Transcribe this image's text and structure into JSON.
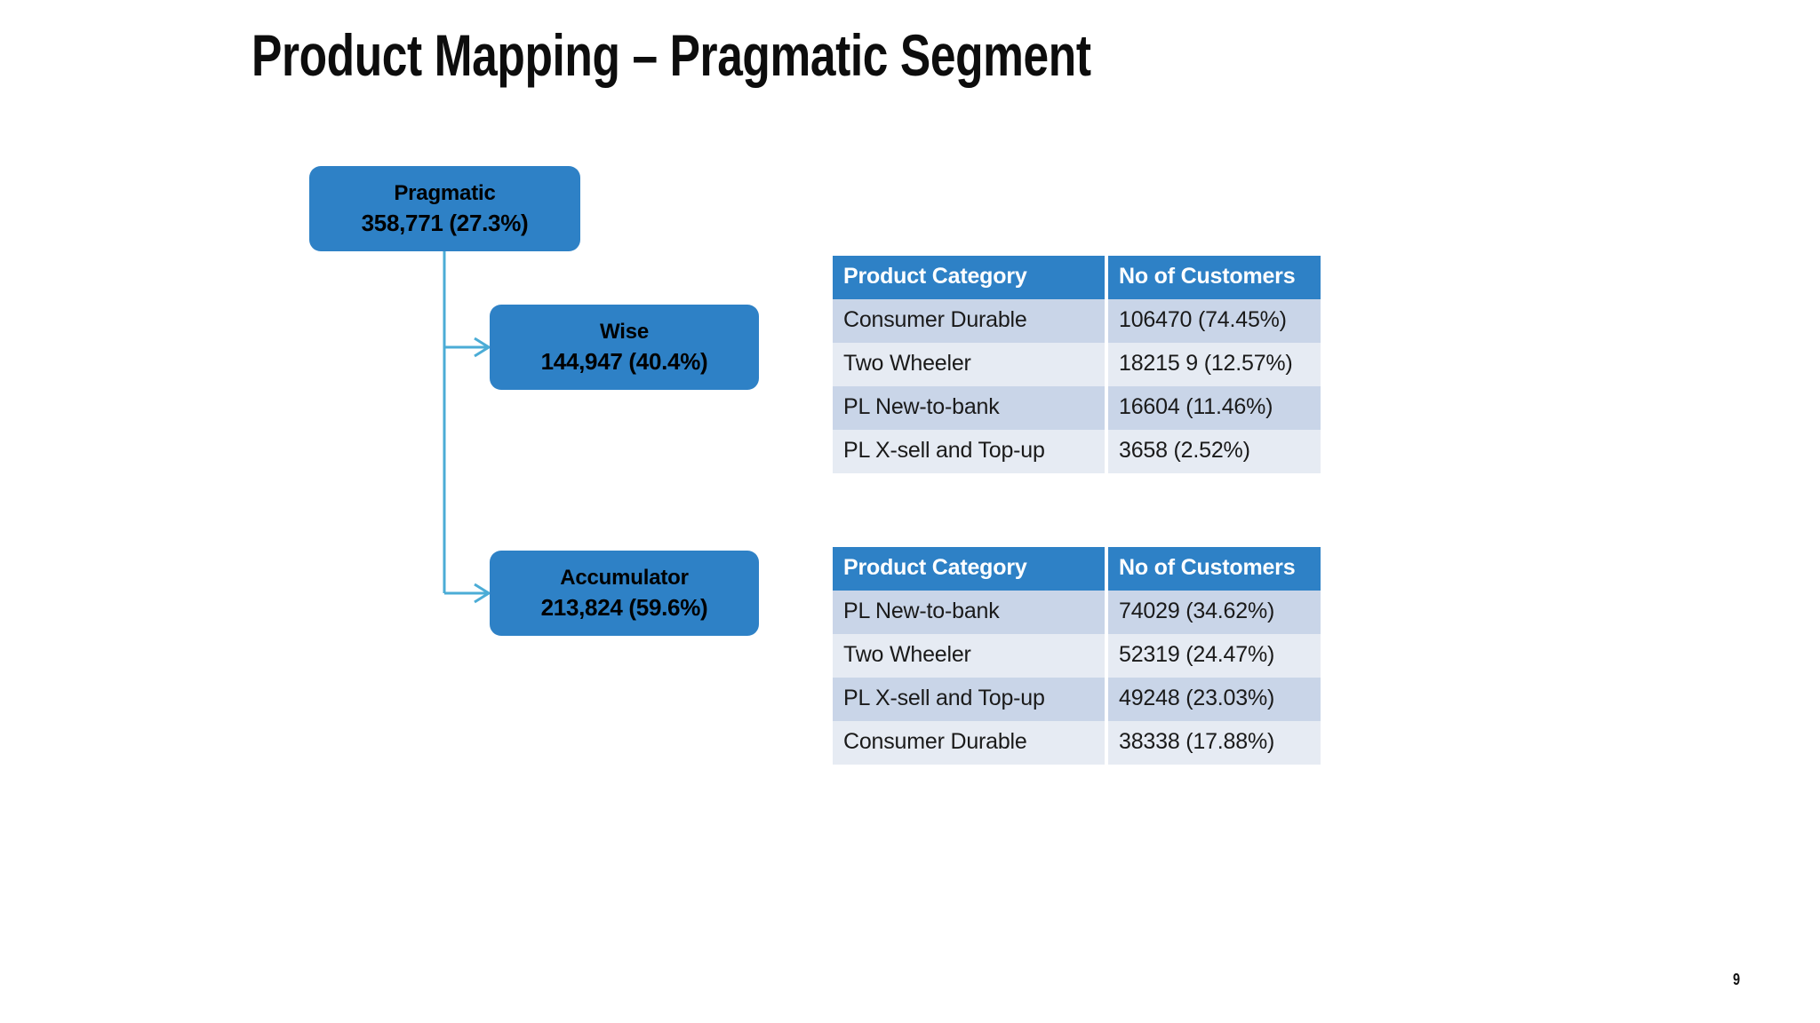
{
  "slide": {
    "title": "Product Mapping – Pragmatic Segment",
    "page_number": "9",
    "accent_color": "#2E81C6",
    "connector_color": "#4BACD6",
    "row_dark_color": "#C9D5E8",
    "row_light_color": "#E6EBF3"
  },
  "flow": {
    "root": {
      "label": "Pragmatic",
      "value": "358,771 (27.3%)"
    },
    "branches": [
      {
        "label": "Wise",
        "value": "144,947 (40.4%)"
      },
      {
        "label": "Accumulator",
        "value": "213,824 (59.6%)"
      }
    ]
  },
  "tables": [
    {
      "name": "wise-product-breakdown",
      "columns": [
        "Product Category",
        "No of Customers"
      ],
      "rows": [
        {
          "category": "Consumer Durable",
          "customers": "106470 (74.45%)"
        },
        {
          "category": "Two Wheeler",
          "customers": "18215 9 (12.57%)"
        },
        {
          "category": "PL New-to-bank",
          "customers": "16604 (11.46%)"
        },
        {
          "category": "PL X-sell and Top-up",
          "customers": "3658 (2.52%)"
        }
      ]
    },
    {
      "name": "accumulator-product-breakdown",
      "columns": [
        "Product Category",
        "No of Customers"
      ],
      "rows": [
        {
          "category": "PL New-to-bank",
          "customers": "74029 (34.62%)"
        },
        {
          "category": "Two Wheeler",
          "customers": "52319 (24.47%)"
        },
        {
          "category": "PL X-sell and Top-up",
          "customers": "49248 (23.03%)"
        },
        {
          "category": "Consumer Durable",
          "customers": "38338 (17.88%)"
        }
      ]
    }
  ]
}
